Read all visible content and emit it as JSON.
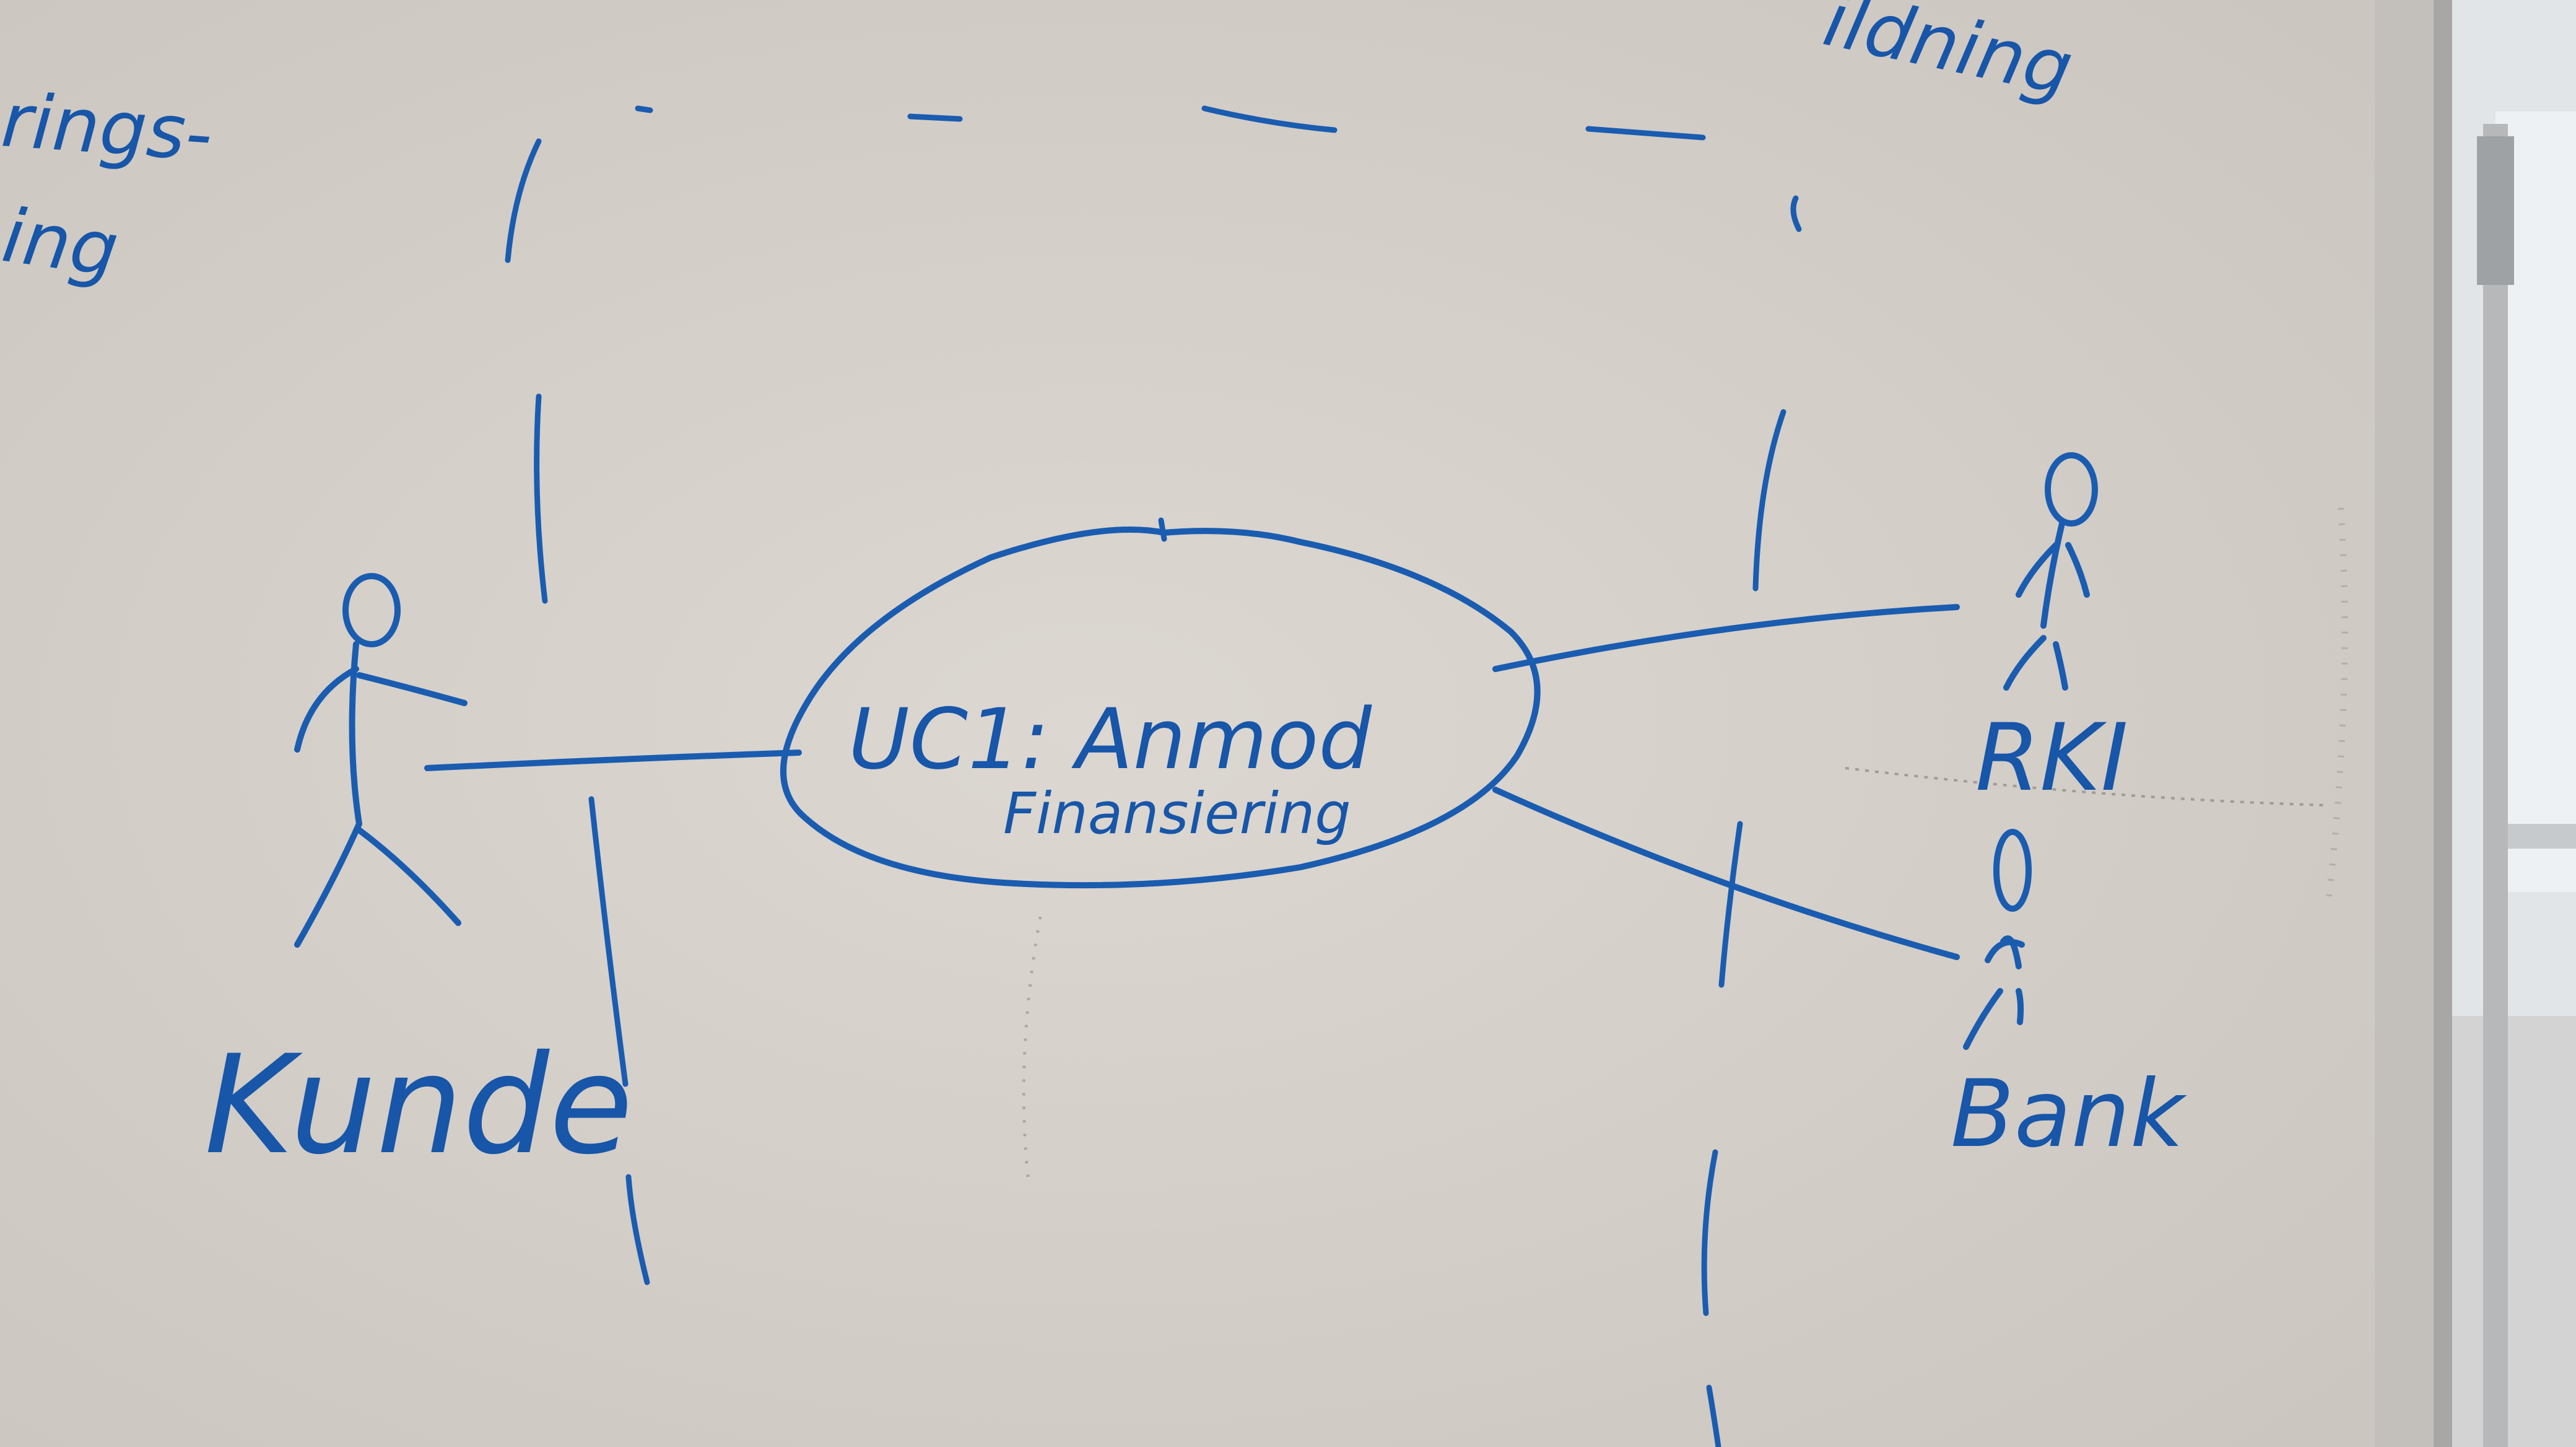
{
  "colors": {
    "board": "#d8d3cd",
    "ink": "#1a5cb0",
    "frame": "#c9c6c2",
    "wall": "#e4e6e8"
  },
  "diagram": {
    "fragments": {
      "top_right": "ildning",
      "top_left_line1": "rings-",
      "top_left_line2": "ing"
    },
    "use_case": {
      "label_line1": "UC1: Anmod",
      "label_line2": "Finansiering"
    },
    "actors": [
      {
        "id": "kunde",
        "label": "Kunde"
      },
      {
        "id": "rki",
        "label": "RKI"
      },
      {
        "id": "bank",
        "label": "Bank"
      }
    ]
  }
}
